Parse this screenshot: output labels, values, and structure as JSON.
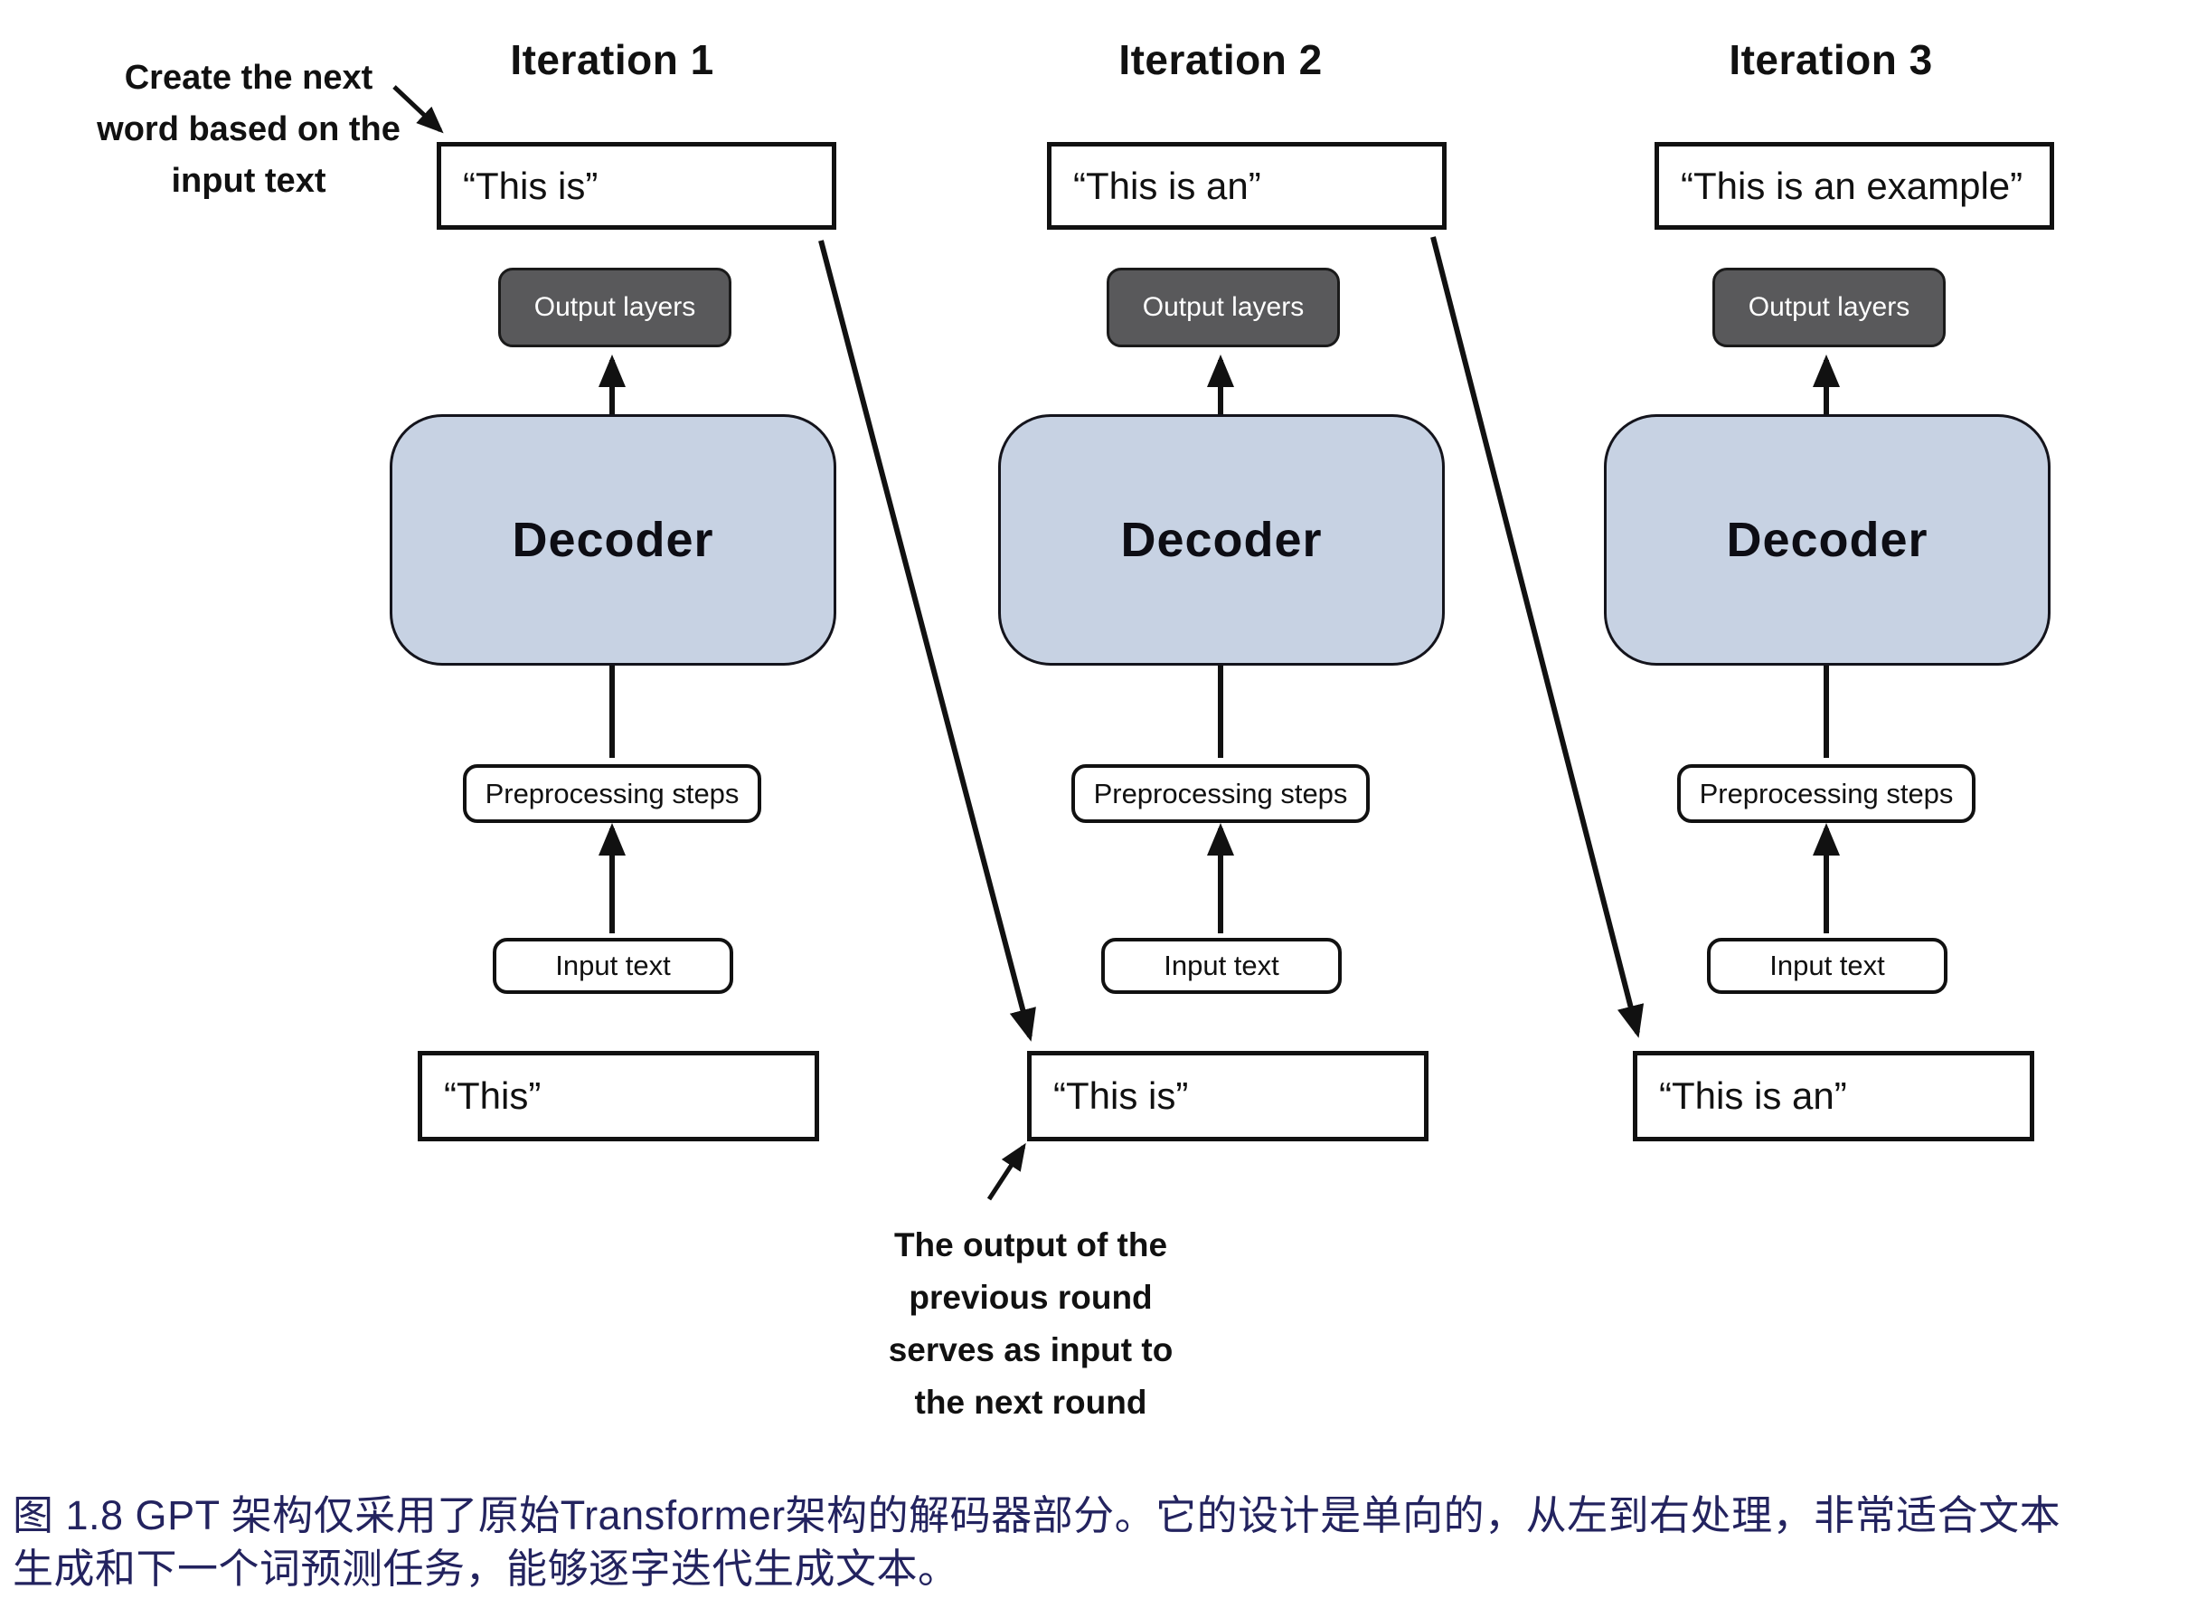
{
  "figure": {
    "annotations": {
      "create_next": {
        "lines": [
          "Create the next",
          "word based on the",
          "input text"
        ]
      },
      "feedback_loop": {
        "lines": [
          "The output of the",
          "previous round",
          "serves as input to",
          "the next round"
        ]
      }
    },
    "iterations": [
      {
        "title": "Iteration 1",
        "output_text": "“This is”",
        "input_text": "“This”"
      },
      {
        "title": "Iteration 2",
        "output_text": "“This is an”",
        "input_text": "“This is”"
      },
      {
        "title": "Iteration 3",
        "output_text": "“This is an example”",
        "input_text": "“This is an”"
      }
    ],
    "block_labels": {
      "output_layers": "Output layers",
      "decoder": "Decoder",
      "preprocessing": "Preprocessing steps",
      "input_text": "Input text"
    },
    "caption": {
      "lines": [
        "图 1.8  GPT 架构仅采用了原始Transformer架构的解码器部分。它的设计是单向的，从左到右处理，非常适合文本",
        "生成和下一个词预测任务，能够逐字迭代生成文本。"
      ]
    },
    "colors": {
      "decoder_fill": "#c7d2e3",
      "output_layers_fill": "#59595b",
      "caption_text": "#23235f",
      "arrow": "#111111"
    }
  }
}
